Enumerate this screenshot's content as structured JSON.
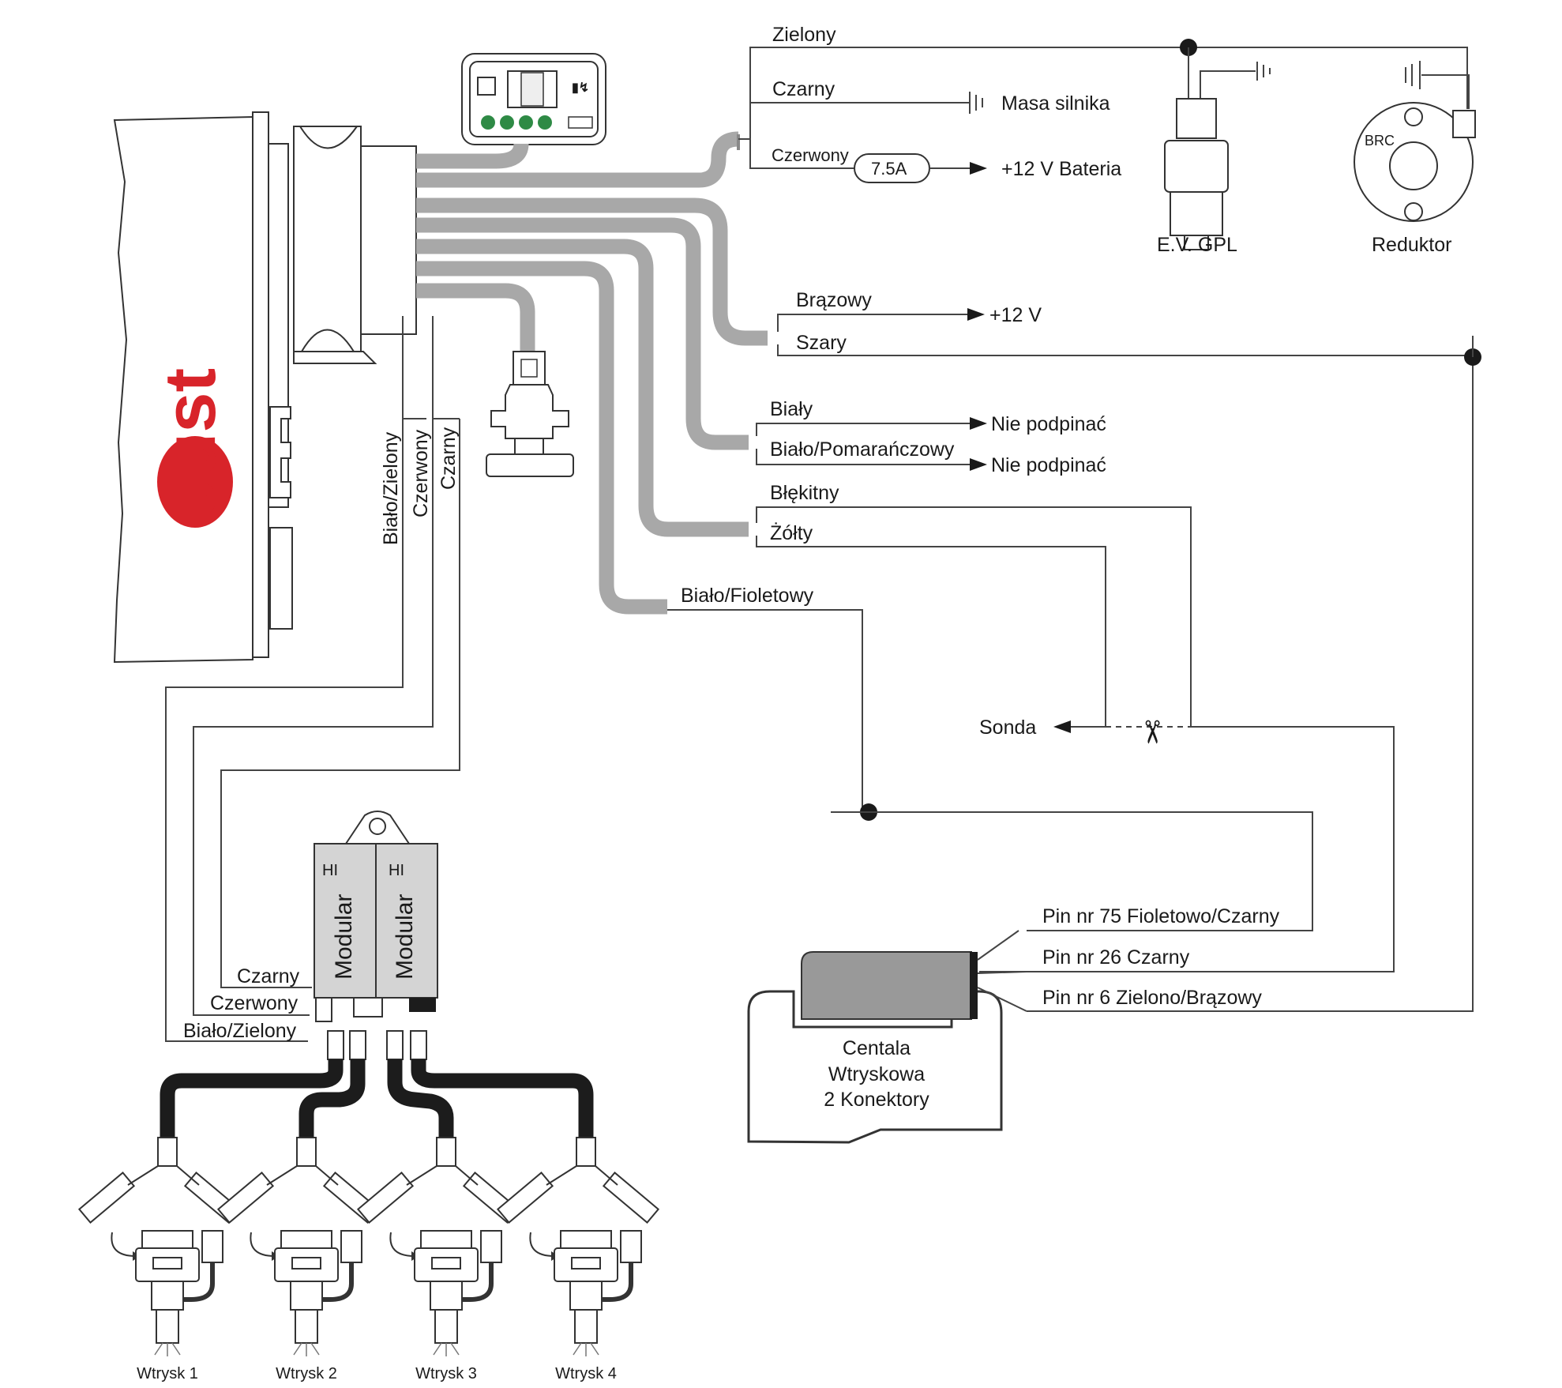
{
  "brand": "Just",
  "colors": {
    "brand_red": "#d8242a",
    "harness_gray": "#a8a8a8",
    "module_gray": "#d4d4d4",
    "led_green": "#2e8a45"
  },
  "ecu_labels": {
    "left": "Biało/Zielony",
    "middle": "Czerwony",
    "right": "Czarny"
  },
  "top_wires": {
    "green": "Zielony",
    "black": "Czarny",
    "ground_label": "Masa silnika",
    "red": "Czerwony",
    "fuse": "7.5A",
    "battery": "+12 V Bateria"
  },
  "components": {
    "valve": "E.V. GPL",
    "reducer": "Reduktor",
    "reducer_brand": "BRC"
  },
  "mid_wires": {
    "brown": "Brązowy",
    "plus12": "+12 V",
    "gray": "Szary",
    "white": "Biały",
    "white_orange": "Biało/Pomarańczowy",
    "no_connect_1": "Nie podpinać",
    "no_connect_2": "Nie podpinać",
    "light_blue": "Błękitny",
    "yellow": "Żółty",
    "white_violet": "Biało/Fioletowy",
    "probe": "Sonda"
  },
  "ecu_pins": {
    "pin75": "Pin nr 75 Fioletowo/Czarny",
    "pin26": "Pin nr 26 Czarny",
    "pin6": "Pin nr 6 Zielono/Brązowy"
  },
  "injection_unit": {
    "line1": "Centala",
    "line2": "Wtryskowa",
    "line3": "2 Konektory"
  },
  "modular": {
    "title": "Modular",
    "badge": "HI",
    "wire_black": "Czarny",
    "wire_red": "Czerwony",
    "wire_white_green": "Biało/Zielony"
  },
  "injectors": [
    "Wtrysk 1",
    "Wtrysk 2",
    "Wtrysk 3",
    "Wtrysk 4"
  ]
}
